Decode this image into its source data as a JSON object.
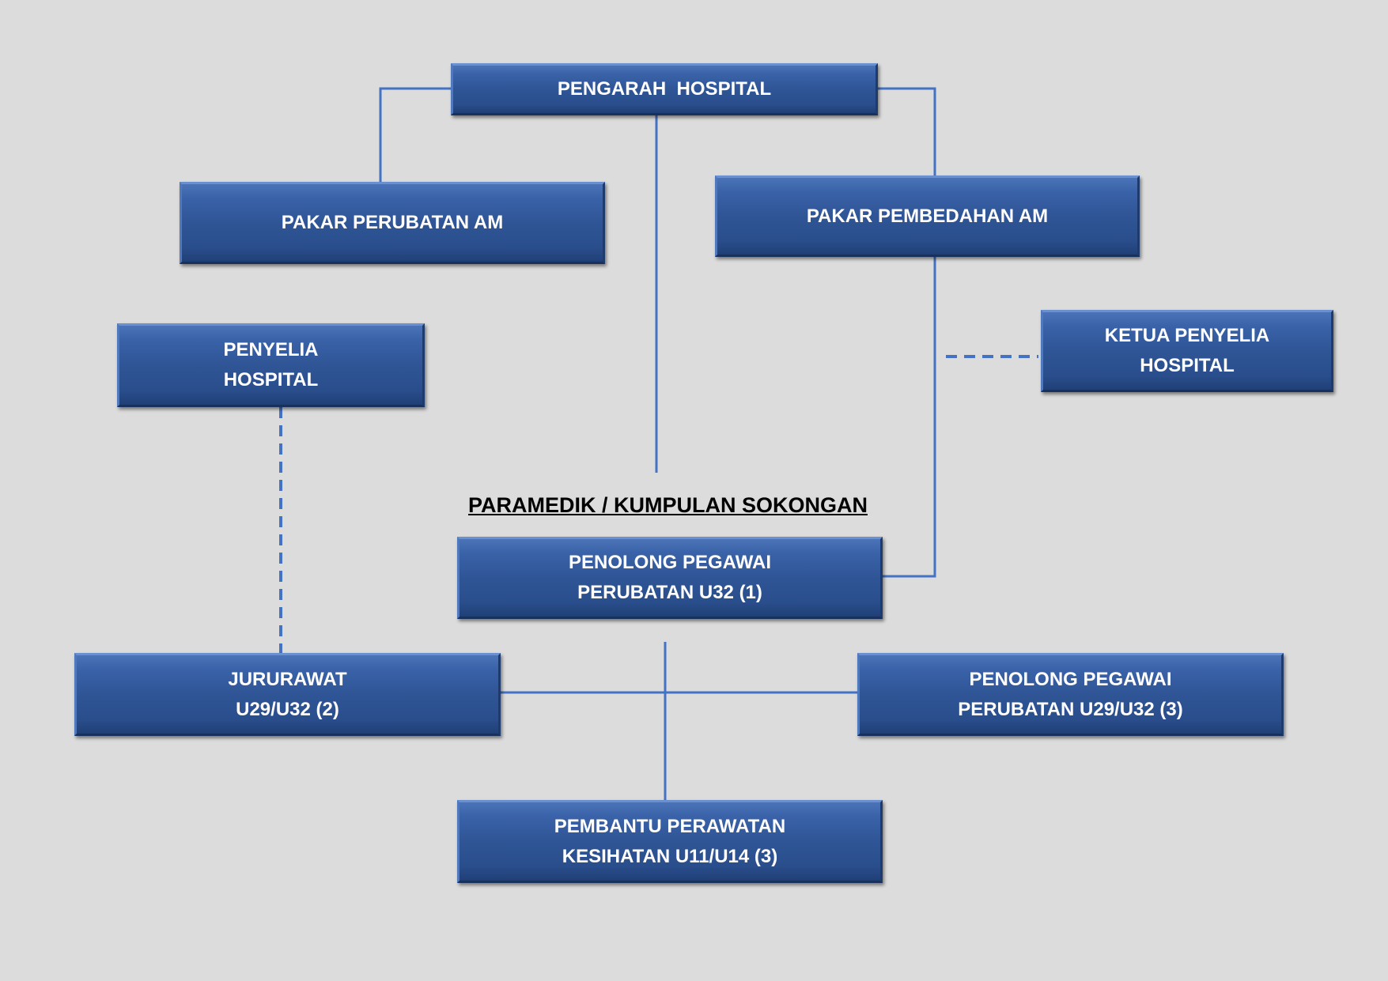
{
  "chart": {
    "boxes": {
      "pengarah_hospital": [
        "PENGARAH  HOSPITAL"
      ],
      "pakar_perubatan_am": [
        "PAKAR PERUBATAN AM"
      ],
      "pakar_pembedahan_am": [
        "PAKAR PEMBEDAHAN AM"
      ],
      "penyelia_hospital": [
        "PENYELIA",
        "HOSPITAL"
      ],
      "ketua_penyelia_hospital": [
        "KETUA PENYELIA",
        "HOSPITAL"
      ],
      "penolong_pegawai_u32": [
        "PENOLONG PEGAWAI",
        "PERUBATAN U32 (1)"
      ],
      "jururawat": [
        "JURURAWAT",
        "U29/U32 (2)"
      ],
      "penolong_pegawai_u29_u32": [
        "PENOLONG PEGAWAI",
        "PERUBATAN U29/U32 (3)"
      ],
      "pembantu_perawatan": [
        "PEMBANTU PERAWATAN",
        "KESIHATAN U11/U14 (3)"
      ]
    },
    "section_heading": "PARAMEDIK / KUMPULAN SOKONGAN"
  },
  "colors": {
    "background": "#dcdcdc",
    "box_fill": "#2f5596",
    "connector": "#4472c4",
    "text": "#ffffff"
  }
}
